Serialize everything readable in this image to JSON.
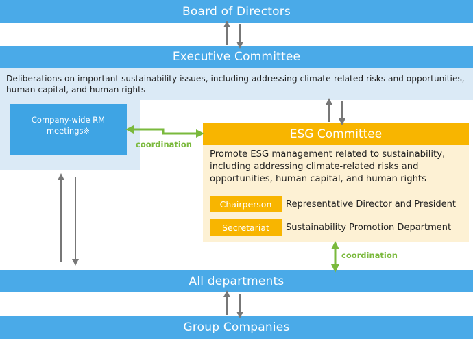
{
  "board": {
    "label": "Board of Directors"
  },
  "executive_committee": {
    "label": "Executive Committee",
    "description": "Deliberations on important sustainability issues, including addressing climate-related risks and opportunities, human capital, and human rights"
  },
  "rm_meetings": {
    "label": "Company-wide RM meetings※"
  },
  "esg_committee": {
    "label": "ESG Committee",
    "description": "Promote ESG management related to sustainability, including addressing climate-related risks and opportunities, human capital, and human rights",
    "chairperson": {
      "tag": "Chairperson",
      "value": "Representative Director and President"
    },
    "secretariat": {
      "tag": "Secretariat",
      "value": "Sustainability Promotion Department"
    }
  },
  "coordination_labels": [
    "coordination",
    "coordination"
  ],
  "all_departments": {
    "label": "All departments"
  },
  "group_companies": {
    "label": "Group Companies"
  },
  "colors": {
    "blue_bar": "#4aaae8",
    "light_blue_area": "#dbeaf6",
    "orange": "#f8b500",
    "light_orange": "#fdf1d4",
    "green": "#7ab93c",
    "arrow_gray": "#777777"
  }
}
